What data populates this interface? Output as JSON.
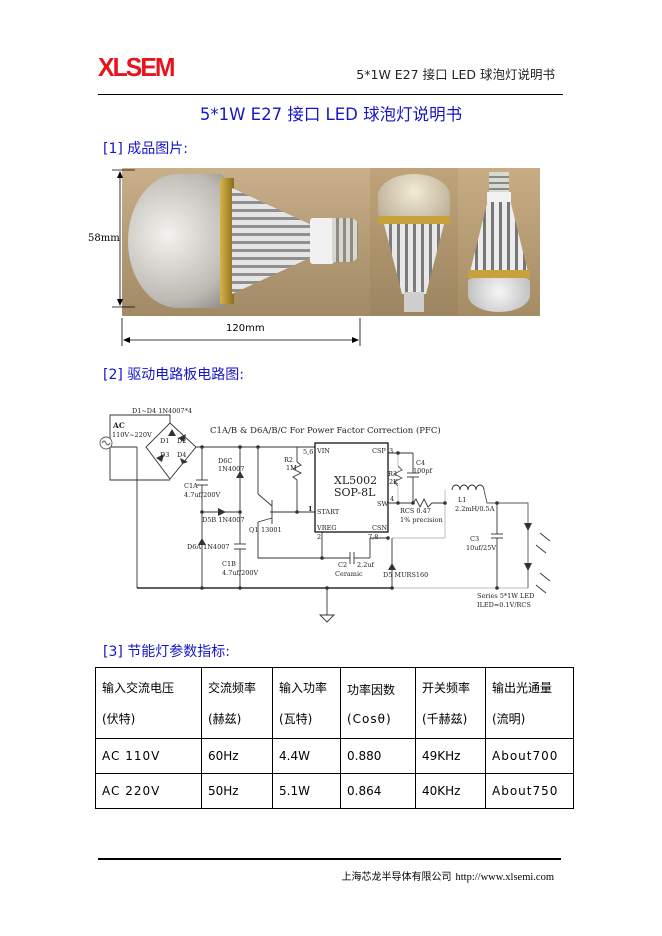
{
  "header": {
    "logo": "XLSEM",
    "title": "5*1W E27 接口 LED 球泡灯说明书"
  },
  "document_title": "5*1W E27 接口  LED 球泡灯说明书",
  "sections": {
    "s1": "[1]  成品图片:",
    "s2": "[2]  驱动电路板电路图:",
    "s3": "[3]  节能灯参数指标:"
  },
  "photo": {
    "height_label": "58mm",
    "width_label": "120mm"
  },
  "circuit": {
    "bridge_label": "D1~D4 1N4007*4",
    "ac_label": "AC",
    "ac_voltage": "110V~220V",
    "d1": "D1",
    "d2": "D2",
    "d3": "D3",
    "d4": "D4",
    "pfc_note": "C1A/B & D6A/B/C For Power Factor Correction (PFC)",
    "d6c": "D6C",
    "d6c_part": "1N4007",
    "c1a": "C1A",
    "c1a_value": "4.7uf/200V",
    "d5b": "D5B 1N4007",
    "d6a": "D6A 1N4007",
    "c1b": "C1B",
    "c1b_value": "4.7uf/200V",
    "r2": "R2",
    "r2_value": "1M",
    "q1": "Q1",
    "q1_part": "13001",
    "ic_name": "XL5002",
    "ic_package": "SOP-8L",
    "pin_vin": "VIN",
    "pin_vin_num": "5,6",
    "pin_csp": "CSP",
    "pin_csp_num": "3",
    "pin_sw": "SW",
    "pin_sw_num": "4",
    "pin_start": "START",
    "pin_start_num": "1",
    "pin_vreg": "VREG",
    "pin_vreg_num": "2",
    "pin_csn": "CSN",
    "pin_csn_num": "7,8",
    "c2": "C2",
    "c2_value": "2.2uf",
    "c2_type": "Ceramic",
    "r3": "R3",
    "r3_value": "2K",
    "c4": "C4",
    "c4_value": "100pf",
    "rcs": "RCS 0.47",
    "rcs_precision": "1% precision",
    "l1": "L1",
    "l1_value": "2.2mH/0.5A",
    "c3": "C3",
    "c3_value": "10uf/25V",
    "d5": "D5 MURS160",
    "led_series": "Series 5*1W LED",
    "led_formula": "ILED=0.1V/RCS"
  },
  "table": {
    "header": [
      [
        "输入交流电压",
        "(伏特)"
      ],
      [
        "交流频率",
        "(赫兹)"
      ],
      [
        "输入功率",
        "(瓦特)"
      ],
      [
        "功率因数",
        "(Cosθ)"
      ],
      [
        "开关频率",
        "(千赫兹)"
      ],
      [
        "输出光通量",
        "(流明)"
      ]
    ],
    "rows": [
      [
        "AC 110V",
        "60Hz",
        "4.4W",
        "0.880",
        "49KHz",
        "About700"
      ],
      [
        "AC 220V",
        "50Hz",
        "5.1W",
        "0.864",
        "40KHz",
        "About750"
      ]
    ]
  },
  "footer": {
    "company": "上海芯龙半导体有限公司",
    "url": "http://www.xlsemi.com"
  },
  "colors": {
    "logo": "#e8141b",
    "heading": "#1515c8"
  }
}
